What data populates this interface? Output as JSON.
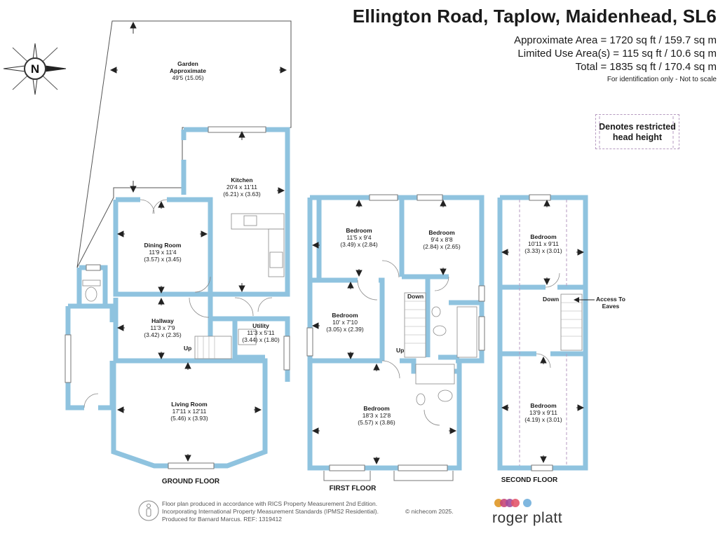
{
  "header": {
    "title": "Ellington Road, Taplow, Maidenhead, SL6",
    "areas": [
      "Approximate Area = 1720 sq ft / 159.7 sq m",
      "Limited Use Area(s) = 115 sq ft / 10.6 sq m",
      "Total = 1835 sq ft / 170.4 sq m"
    ],
    "note": "For identification only - Not to scale"
  },
  "legend": {
    "line1": "Denotes restricted",
    "line2": "head height"
  },
  "compass": {
    "label": "N"
  },
  "ground_floor": {
    "label": "GROUND FLOOR",
    "garden": {
      "name": "Garden",
      "name2": "Approximate",
      "dims": "49'5 (15.05)"
    },
    "kitchen": {
      "name": "Kitchen",
      "dims": "20'4 x 11'11",
      "metric": "(6.21) x (3.63)"
    },
    "dining": {
      "name": "Dining Room",
      "dims": "11'9 x 11'4",
      "metric": "(3.57) x (3.45)"
    },
    "hallway": {
      "name": "Hallway",
      "dims": "11'3 x 7'9",
      "metric": "(3.42) x (2.35)"
    },
    "utility": {
      "name": "Utility",
      "dims": "11'3 x 5'11",
      "metric": "(3.44) x (1.80)"
    },
    "living": {
      "name": "Living Room",
      "dims": "17'11 x 12'11",
      "metric": "(5.46) x (3.93)"
    },
    "up": "Up"
  },
  "first_floor": {
    "label": "FIRST FLOOR",
    "bed1": {
      "name": "Bedroom",
      "dims": "11'5 x 9'4",
      "metric": "(3.49) x (2.84)"
    },
    "bed2": {
      "name": "Bedroom",
      "dims": "9'4 x 8'8",
      "metric": "(2.84) x (2.65)"
    },
    "bed3": {
      "name": "Bedroom",
      "dims": "10' x 7'10",
      "metric": "(3.05) x (2.39)"
    },
    "bed4": {
      "name": "Bedroom",
      "dims": "18'3 x 12'8",
      "metric": "(5.57) x (3.86)"
    },
    "down": "Down",
    "up": "Up"
  },
  "second_floor": {
    "label": "SECOND FLOOR",
    "bed1": {
      "name": "Bedroom",
      "dims": "10'11 x 9'11",
      "metric": "(3.33) x (3.01)"
    },
    "bed2": {
      "name": "Bedroom",
      "dims": "13'9 x 9'11",
      "metric": "(4.19) x (3.01)"
    },
    "down": "Down",
    "eaves": {
      "line1": "Access To",
      "line2": "Eaves"
    }
  },
  "footer": {
    "line1": "Floor plan produced in accordance with RICS Property Measurement 2nd Edition.",
    "line2": "Incorporating International Property Measurement Standards (IPMS2 Residential).",
    "copyright": "© nichecom 2025.",
    "line3": "Produced for Barnard Marcus.   REF:  1319412",
    "brand": "roger platt"
  },
  "colors": {
    "wall": "#8fc3df",
    "restricted": "#b59ac0",
    "brand_dots": [
      "#e2a13b",
      "#c7477a",
      "#a14b9c",
      "#e3566b",
      "#7fb7df"
    ]
  }
}
